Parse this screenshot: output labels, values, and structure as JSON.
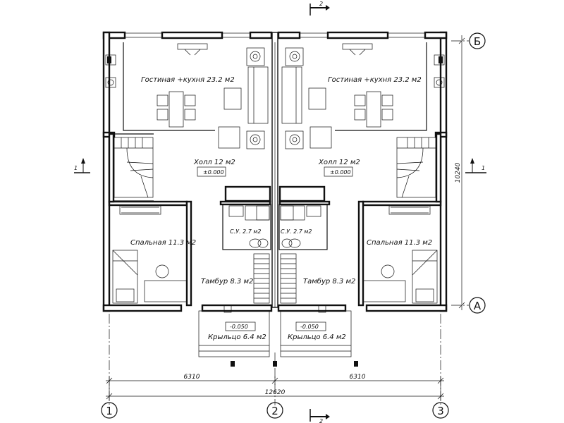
{
  "rooms": {
    "living_left": "Гостиная +кухня 23.2 м2",
    "living_right": "Гостиная +кухня 23.2 м2",
    "hall_left": "Холл 12 м2",
    "hall_right": "Холл 12 м2",
    "level_left": "±0.000",
    "level_right": "±0.000",
    "bedroom_left": "Спальная 11.3 м2",
    "bedroom_right": "Спальная 11.3 м2",
    "bath_left": "С.У. 2.7 м2",
    "bath_right": "С.У. 2.7 м2",
    "vestibule_left": "Тамбур 8.3 м2",
    "vestibule_right": "Тамбур 8.3 м2",
    "porch_level_left": "-0.050",
    "porch_level_right": "-0.050",
    "porch_left": "Крыльцо 6.4 м2",
    "porch_right": "Крыльцо 6.4 м2"
  },
  "axes": {
    "col1": "1",
    "col2": "2",
    "col3": "3",
    "rowA": "А",
    "rowB": "Б"
  },
  "dimensions": {
    "left_span": "6310",
    "right_span": "6310",
    "total_span": "12620",
    "depth": "10240"
  },
  "section_marks": {
    "top": "2",
    "bottom": "2",
    "left": "1",
    "right": "1"
  }
}
